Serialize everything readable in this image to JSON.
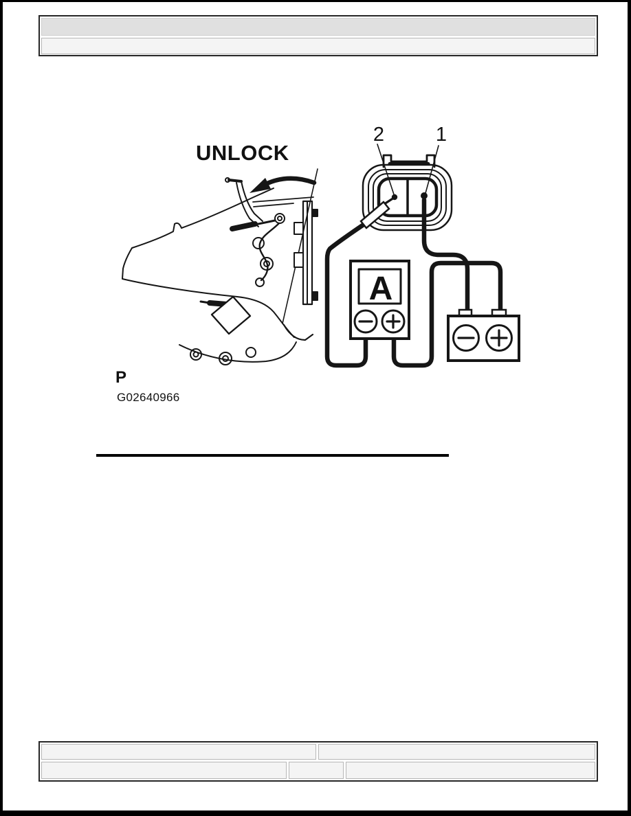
{
  "figure": {
    "unlock_label": "UNLOCK",
    "pin2_label": "2",
    "pin1_label": "1",
    "ammeter_label": "A",
    "position_label": "P",
    "figure_id": "G02640966"
  },
  "colors": {
    "ink": "#161616",
    "page_border": "#000000",
    "header_row1_bg": "#e0e0e0",
    "header_row2_bg": "#f4f4f4",
    "footer_cell_bg": "#f4f4f4",
    "cell_border": "#b8b8b8",
    "box_border": "#262626"
  }
}
